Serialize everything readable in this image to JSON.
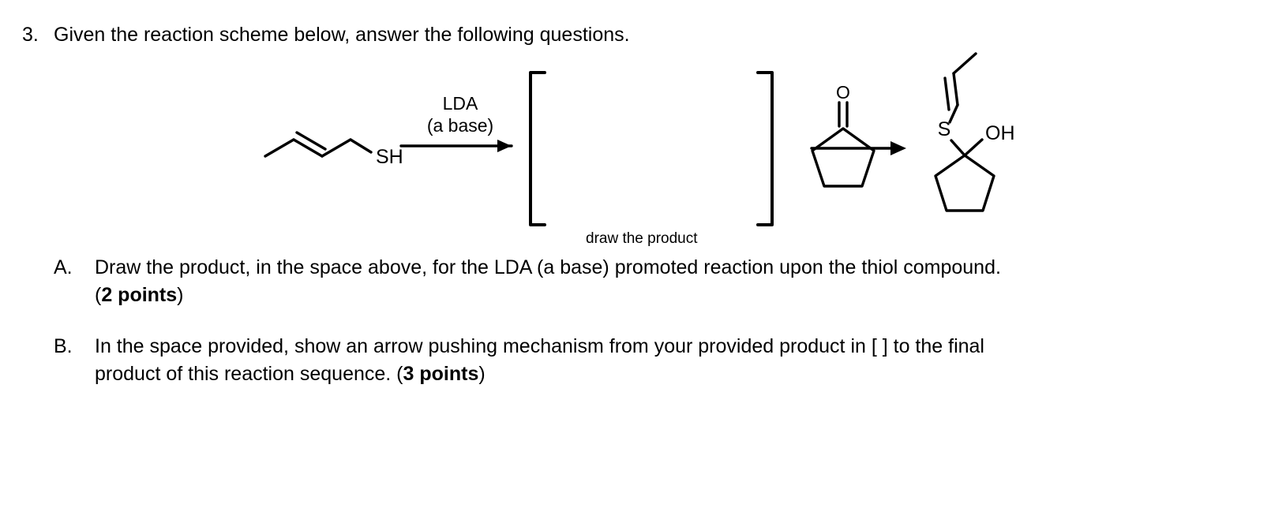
{
  "question": {
    "number": "3.",
    "stem": "Given the reaction scheme below, answer the following questions."
  },
  "scheme": {
    "reagent_line1": "LDA",
    "reagent_line2": "(a base)",
    "bracket_caption": "draw the product",
    "reactant_label_sh": "SH",
    "intermediate_bracket_content": "",
    "reagent2_structure": "cyclopentanone",
    "product_label_s": "S",
    "product_label_oh": "OH",
    "arrow1": "reaction-arrow",
    "arrow2": "reaction-arrow"
  },
  "subquestions": [
    {
      "letter": "A.",
      "line1": "Draw the product, in the space above, for the LDA (a base) promoted reaction upon the thiol compound.",
      "line2_prefix": "(",
      "line2_bold": "2 points",
      "line2_suffix": ")"
    },
    {
      "letter": "B.",
      "line1": "In the space provided, show an arrow pushing mechanism from your provided product in [ ] to the final",
      "line2_prefix": "product of this reaction sequence. (",
      "line2_bold": "3 points",
      "line2_suffix": ")"
    }
  ],
  "colors": {
    "ink": "#000000",
    "paper": "#ffffff"
  }
}
